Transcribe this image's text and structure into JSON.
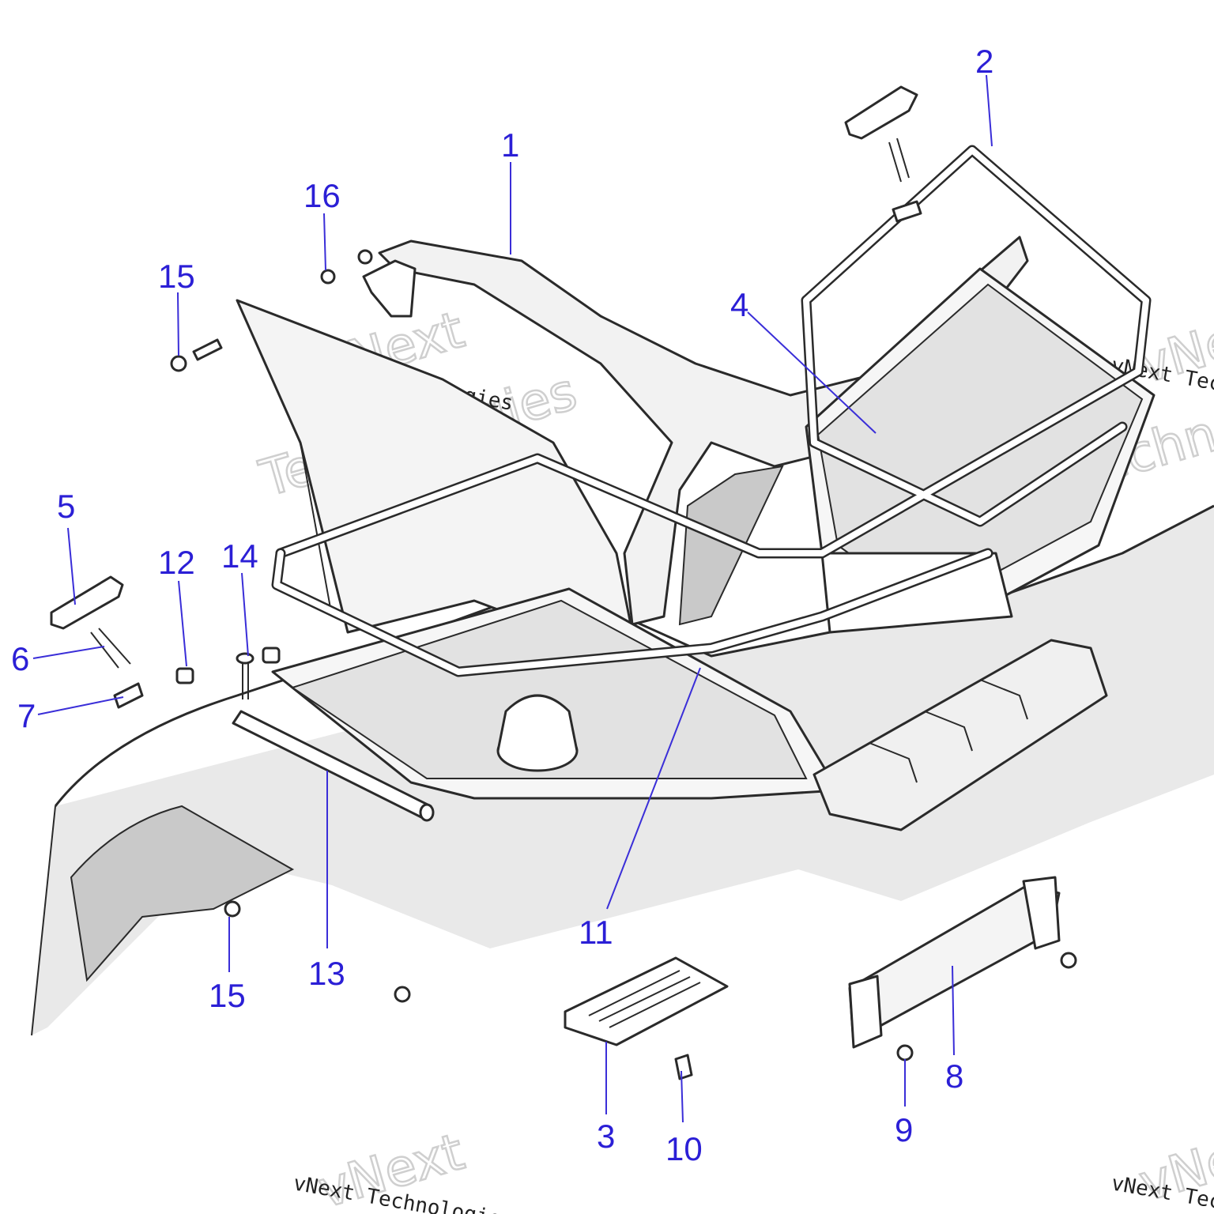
{
  "diagram": {
    "callouts": [
      "1",
      "2",
      "3",
      "4",
      "5",
      "6",
      "7",
      "8",
      "9",
      "10",
      "11",
      "12",
      "13",
      "14",
      "15",
      "15",
      "16"
    ]
  },
  "watermark": {
    "brand": "vNext",
    "word": "Technologies",
    "full": "vNext Technologies"
  },
  "colors": {
    "callout": "#2b1fd6",
    "line_art": "#2a2a2a",
    "shading": "#e9e9e9"
  }
}
